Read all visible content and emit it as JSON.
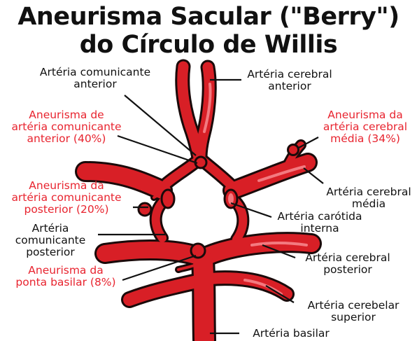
{
  "title": {
    "line1": "Aneurisma Sacular (\"Berry\")",
    "line2": "do Círculo de Willis"
  },
  "labels": {
    "acom": [
      "Artéria comunicante",
      "anterior"
    ],
    "aca": [
      "Artéria cerebral",
      "anterior"
    ],
    "aneurysm_acom": [
      "Aneurisma de",
      "artéria comunicante",
      "anterior (40%)"
    ],
    "aneurysm_mca": [
      "Aneurisma da",
      "artéria cerebral",
      "média (34%)"
    ],
    "mca": [
      "Artéria cerebral",
      "média"
    ],
    "aneurysm_pcom": [
      "Aneurisma da",
      "artéria comunicante",
      "posterior (20%)"
    ],
    "ica": [
      "Artéria carótida",
      "interna"
    ],
    "pcom": [
      "Artéria",
      "comunicante",
      "posterior"
    ],
    "aneurysm_basilar": [
      "Aneurisma da",
      "ponta basilar (8%)"
    ],
    "pca": [
      "Artéria cerebral",
      "posterior"
    ],
    "sca": [
      "Artéria cerebelar",
      "superior"
    ],
    "basilar": [
      "Artéria basilar"
    ]
  },
  "colors": {
    "vessel": "#d81f26",
    "outline": "#1a0a0a",
    "label_red": "#e8242f",
    "label_black": "#111111"
  }
}
